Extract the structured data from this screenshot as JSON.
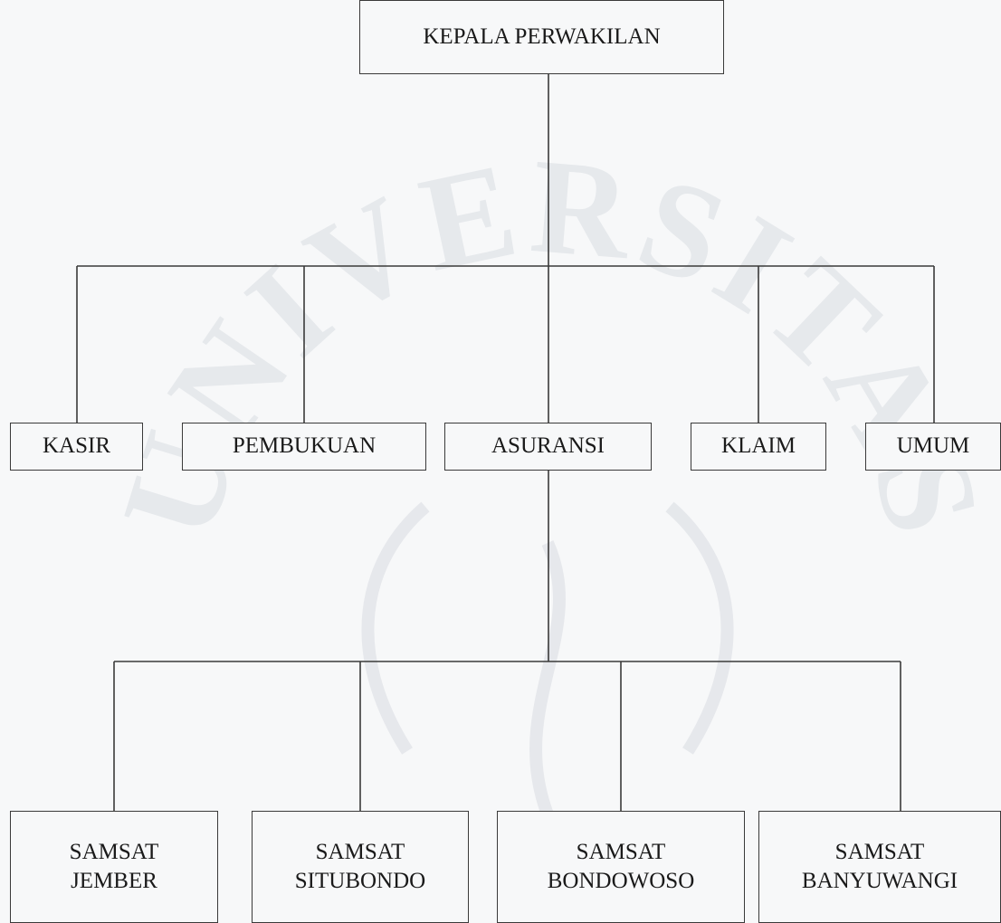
{
  "diagram": {
    "root": {
      "label": "KEPALA PERWAKILAN"
    },
    "level1": [
      {
        "id": "kasir",
        "label": "KASIR"
      },
      {
        "id": "pembukuan",
        "label": "PEMBUKUAN"
      },
      {
        "id": "asuransi",
        "label": "ASURANSI"
      },
      {
        "id": "klaim",
        "label": "KLAIM"
      },
      {
        "id": "umum",
        "label": "UMUM"
      }
    ],
    "level2_parent": "asuransi",
    "level2": [
      {
        "id": "samsat-jember",
        "label": "SAMSAT\nJEMBER"
      },
      {
        "id": "samsat-situbondo",
        "label": "SAMSAT\nSITUBONDO"
      },
      {
        "id": "samsat-bondowoso",
        "label": "SAMSAT\nBONDOWOSO"
      },
      {
        "id": "samsat-banyuwangi",
        "label": "SAMSAT\nBANYUWANGI"
      }
    ],
    "watermark": {
      "text": "UNIVERSITAS",
      "color": "#c9ced6"
    },
    "colors": {
      "line": "#3a3a3a",
      "background": "#f7f8f9"
    }
  }
}
